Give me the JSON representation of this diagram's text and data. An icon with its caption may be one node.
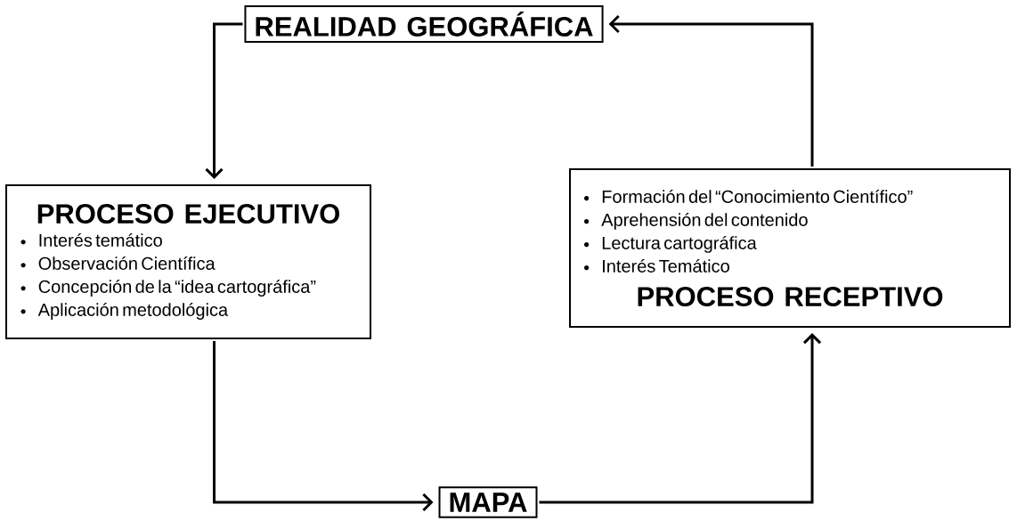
{
  "diagram": {
    "nodes": [
      {
        "text": [
          "REALIDAD GEOGRÁFICA"
        ]
      },
      {
        "text": [
          "PROCESO EJECUTIVO",
          "Interés temático",
          "Observación Científica",
          "Concepción de la “idea cartográfica”",
          "Aplicación metodológica"
        ]
      },
      {
        "text": [
          "Formación del “Conocimiento Científico”",
          "Aprehensión del contenido",
          "Lectura cartográfica",
          "Interés Temático",
          "PROCESO RECEPTIVO"
        ]
      },
      {
        "text": [
          "MAPA"
        ]
      }
    ],
    "edges": [
      {
        "from": 0,
        "to": 1,
        "arrow": "to"
      },
      {
        "from": 1,
        "to": 3,
        "arrow": "to"
      },
      {
        "from": 3,
        "to": 2,
        "arrow": "to"
      },
      {
        "from": 2,
        "to": 0,
        "arrow": "to"
      }
    ]
  }
}
